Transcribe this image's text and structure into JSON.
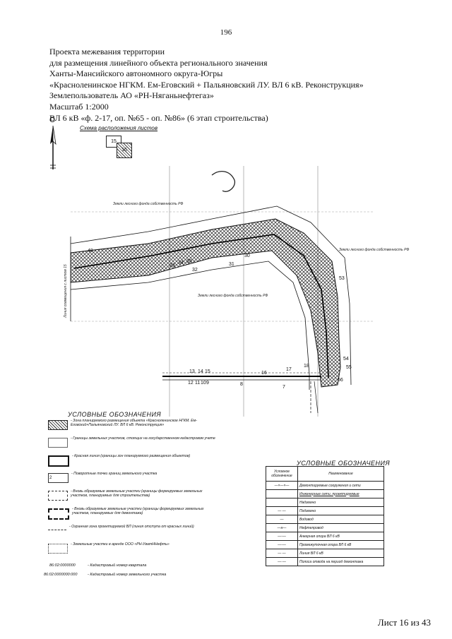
{
  "page_number": "196",
  "header": {
    "line1": "Проекта межевания территории",
    "line2": "для размещения линейного объекта регионального значения",
    "line3": "Ханты-Мансийского автономного округа-Югры",
    "line4": "«Красноленинское НГКМ. Ем-Еговский + Пальяновский ЛУ. ВЛ 6 кВ. Реконструкция»",
    "line5": "Землепользователь АО «РН-Няганьнефтегаз»",
    "line6": "Масштаб 1:2000",
    "line7": "ВЛ 6 кВ «ф. 2-17, оп. №65 - оп. №86» (6 этап строительства)"
  },
  "north_label": "С",
  "scheme": {
    "title": "Схема расположения листов",
    "sheet_a": "15",
    "sheet_b": "16"
  },
  "map": {
    "side_label": "Линия совмещения с листом 15",
    "forest_label_1": "Земли лесного фонда собственность РФ",
    "forest_label_2": "Земли лесного фонда собственность РФ",
    "forest_label_3": "Земли лесного фонда собственность РФ",
    "points": [
      "48",
      "30",
      "31",
      "33",
      "34",
      "35",
      "32",
      "13",
      "14",
      "15",
      "12",
      "11",
      "10",
      "9",
      "8",
      "16",
      "17",
      "18",
      "53",
      "54",
      "55",
      "56",
      "7"
    ]
  },
  "legend1": {
    "title": "УСЛОВНЫЕ ОБОЗНАЧЕНИЯ",
    "items": [
      "- Зона планируемого размещения объекта «Красноленинское НГКМ. Ем-Еговский+Пальяновский ЛУ. ВЛ 6 кВ. Реконструкция»",
      "- Границы земельных участков, стоящих на государственном кадастровом учете",
      "- Красная линия (границы зон планируемого размещения объектов)",
      "- Поворотные точки границ земельного участка",
      "- Вновь образуемые земельные участки (границы формируемых земельных участков, планируемых для строительства)",
      "- Вновь образуемые земельные участки (границы формируемых земельных участков, планируемых для демонтажа)",
      "- Охранная зона проектируемой ВЛ (линия отступа от красных линий)",
      "- Земельные участки в аренде ООО «РН-УватННефть»"
    ],
    "point_sample": "2",
    "cad_quarter_sample": "86:02:0000000",
    "cad_quarter_text": "- Кадастровый номер квартала",
    "cad_parcel_sample": "86:02:0000000:000",
    "cad_parcel_text": "- Кадастровый номер земельного участка"
  },
  "legend2": {
    "title": "УСЛОВНЫЕ ОБОЗНАЧЕНИЯ",
    "col1": "Условное обозначение",
    "col2": "Наименование",
    "rows": [
      {
        "sym": "—×—×—",
        "name": "Демонтируемые сооружения и сети"
      },
      {
        "sym": "",
        "name": "Инженерные сети, проектируемые"
      },
      {
        "sym": "",
        "name": "Надземно"
      },
      {
        "sym": "— —",
        "name": "Подземно"
      },
      {
        "sym": "—",
        "name": "Водовод"
      },
      {
        "sym": "—н—",
        "name": "Нефтепровод"
      },
      {
        "sym": "—◦—",
        "name": "Анкерная опора ВЛ 6 кВ"
      },
      {
        "sym": "—◦—",
        "name": "Промежуточная опора ВЛ 6 кВ"
      },
      {
        "sym": "— —",
        "name": "Линия ВЛ 6 кВ"
      },
      {
        "sym": "—·—",
        "name": "Полоса отвода на период демонтажа"
      }
    ]
  },
  "sheet": {
    "text": "Лист 16 из 43"
  }
}
